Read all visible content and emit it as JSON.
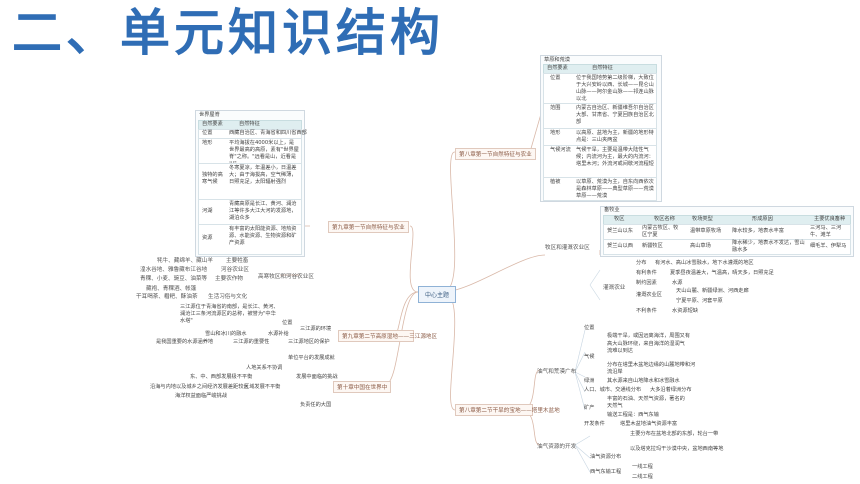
{
  "title": "二、单元知识结构",
  "center": "中心主题",
  "branches": {
    "north_natural": "第八章第一节自然特征与农业",
    "northwest_natural": "第九章第一节自然特征与农业",
    "qinghai": "第九章第二节高原湿地——三江源地区",
    "world_china": "第十章中国在世界中",
    "northeast_hm": "第八章第二节干旱的宝地——塔里木盆地"
  },
  "tibet_box": {
    "title": "世界屋脊",
    "header": [
      "自然要素",
      "自然特征"
    ],
    "rows": [
      [
        "位置",
        "西藏自治区、青海省和四川省西部"
      ],
      [
        "地形",
        "平均海拔在4000米以上，是世界最高的高原，素有\"世界屋脊\"之称。\"远看是山，近看是川\""
      ],
      [
        "独特的高寒气候",
        "冬寒夏凉，年温差小，日温差大；由于海拔高，空气稀薄，日照充足，太阳辐射强烈"
      ],
      [
        "河湖",
        "青藏高原是长江、黄河、澜沧江等许多大江大河的发源地，湖泊众多"
      ],
      [
        "资源",
        "有丰富的太阳能资源、地热资源、水能资源、生物资源和矿产资源"
      ]
    ],
    "agri": [
      "牦牛、藏绵羊、藏山羊",
      "主要牲畜",
      "湟水谷地、雅鲁藏布江谷地",
      "河谷农业区",
      "青稞、小麦、豌豆、油菜等",
      "主要农作物",
      "高寒牧区和河谷农业区",
      "藏袍、青稞酒、帐篷",
      "干耳喝茶、糌粑、酥油茶",
      "生活习俗与文化"
    ]
  },
  "north_box": {
    "title": "草原和荒漠",
    "header": [
      "自然要素",
      "自然特征"
    ],
    "rows": [
      [
        "位置",
        "位于我国地势第二级阶梯，大致位于大兴安岭以西、长城——昆仑山山脉——阿尔金山脉——祁连山脉以北"
      ],
      [
        "范围",
        "内蒙古自治区、新疆维吾尔自治区大部、甘肃省、宁夏回族自治区北部"
      ],
      [
        "地形",
        "以高原、盆地为主，新疆的地形特点是：三山夹两盆"
      ],
      [
        "气候河流",
        "气候干旱，主要是温带大陆性气候；内流河为主，最大的内流河：塔里木河；外流河或间歇河流程短"
      ],
      [
        "植被",
        "以草原、荒漠为主，自东向西依次是森林草原——典型草原——荒漠草原——荒漠"
      ]
    ]
  },
  "husbandry": {
    "title": "畜牧业",
    "header": [
      "牧区",
      "牧区名称",
      "牧场类型",
      "形成原因",
      "主要优良畜种"
    ],
    "rows": [
      [
        "贺兰山以东",
        "内蒙古牧区、牧区宁夏",
        "温带草原牧场",
        "降水较多，地表水丰富",
        "三河马、三河牛、滩羊"
      ],
      [
        "贺兰山以西",
        "新疆牧区",
        "高山草场",
        "降水稀少，地表水不发达，雪山融水多",
        "细毛羊、伊犁马"
      ]
    ],
    "label_left": "牧区和灌溉农业区",
    "irrigation": "灌溉农业",
    "irr_items": [
      "分布",
      "有河水、高山冰雪融水，地下水灌溉的地区",
      "有利条件",
      "夏季昼夜温差大，气温高，晴天多，日照充足",
      "制约因素",
      "水源",
      "灌溉农业区",
      "天山山麓、新疆绿洲、河西走廊",
      "宁夏平原、河套平原",
      "不利条件",
      "水资源短缺"
    ]
  },
  "sanjiang": {
    "items": [
      "三江源位于青海省的南部，是长江、黄河、澜沧江三条河流源区的总称，被誉为\"中华水塔\"",
      "位置",
      "三江源的环境",
      "雪山和冰川的融水",
      "水源补给",
      "是我国重要的水源涵养地",
      "三江源的重要性",
      "三江源地区的保护"
    ]
  },
  "world": {
    "items": [
      "单位平台的发展成就",
      "人地关系不协调",
      "东、中、西部发展极不平衡",
      "发展中面临的挑战",
      "沿海与内地以及城乡之间经济发展差距较大",
      "区域发展不平衡",
      "海洋权益面临严峻挑战",
      "负责任的大国"
    ]
  },
  "tarim": {
    "main1": "油气和荒漠广布",
    "main2": "油气资源的开发",
    "items": [
      "位置",
      "极端干旱，或因远离海洋，周围又有",
      "高大山脉环绕，来自海洋的湿润气流难以到达",
      "气候",
      "分布在塔里木盆地边缘的山麓地带和河流沿岸",
      "绿洲",
      "其水源来自山地降水和冰雪融水",
      "人口、城市、交通线分布",
      "大多沿着绿洲分布",
      "矿产",
      "丰富的石油、天然气资源，著名的天然气",
      "输送工程是：西气东输",
      "开发条件",
      "塔里木盆地油气资源丰富",
      "主要分布在盆地北部的东部，轮台一带",
      "以及塔克拉玛干沙漠中央，盆地西南等地",
      "油气资源分布",
      "西气东输工程",
      "一线工程",
      "二线工程"
    ]
  },
  "colors": {
    "title": "#2f6db5",
    "node_border": "#e0c9bd",
    "header_bg": "#dfeef0"
  }
}
